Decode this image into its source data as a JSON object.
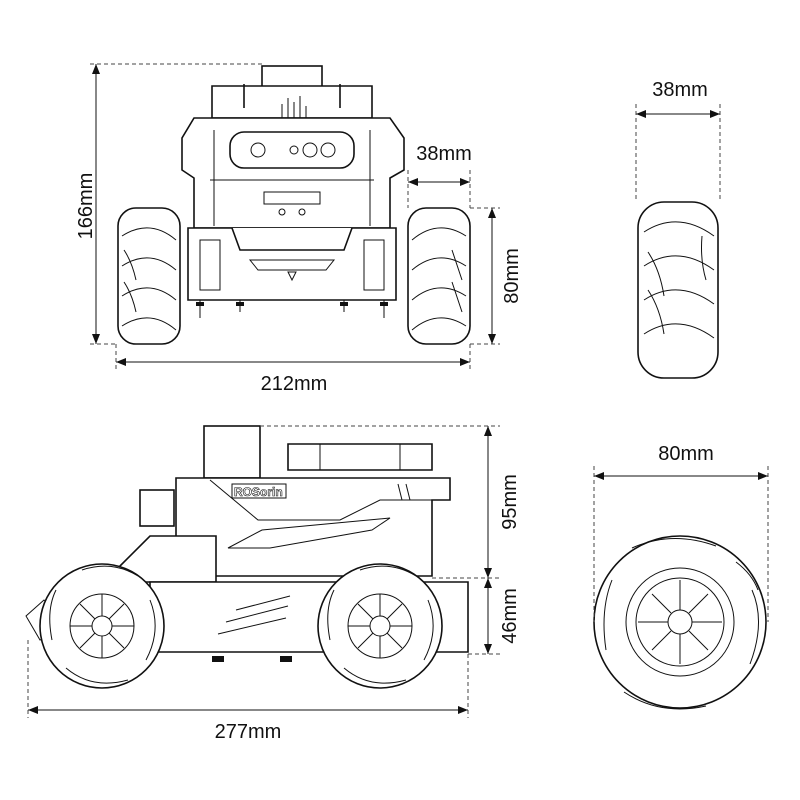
{
  "dimensions": {
    "front_height": "166mm",
    "front_wheel_offset": "38mm",
    "front_wheel_height": "80mm",
    "front_width": "212mm",
    "wheel_width": "38mm",
    "side_upper_height": "95mm",
    "side_lower_height": "46mm",
    "side_length": "277mm",
    "wheel_diameter": "80mm"
  },
  "brand_label": "ROSorin",
  "icons": [
    "robot-front-view",
    "robot-side-view",
    "mecanum-wheel-front",
    "mecanum-wheel-side"
  ]
}
